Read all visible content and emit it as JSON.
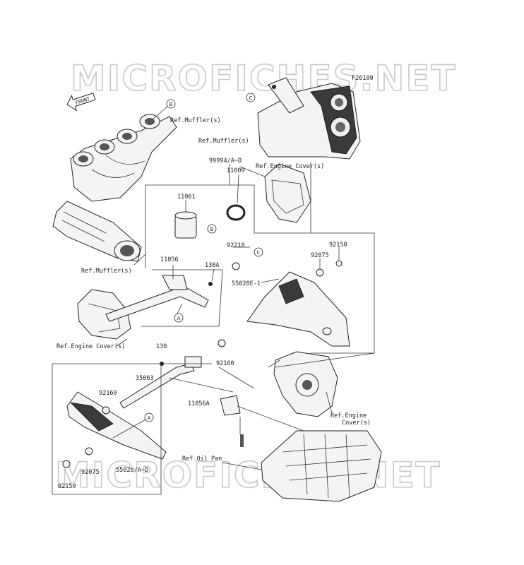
{
  "watermark": "MICROFICHES.NET",
  "figure_code": "F26100",
  "front_label": "FRONT",
  "refs": {
    "muffler_top": "Ref.Muffler(s)",
    "muffler_mid": "Ref.Muffler(s)",
    "muffler_left": "Ref.Muffler(s)",
    "engine_cover_top": "Ref.Engine Cover(s)",
    "engine_cover_left": "Ref.Engine Cover(s)",
    "engine_cover_right_1": "Ref.Engine",
    "engine_cover_right_2": "Cover(s)",
    "oil_pan": "Ref.Oil Pan"
  },
  "parts": {
    "p99994": "99994/A~D",
    "p11061": "11061",
    "p11009": "11009",
    "p92210": "92210",
    "p92075_top": "92075",
    "p92150_top": "92150",
    "p11056": "11056",
    "p130A": "130A",
    "p55028E": "55028E-1",
    "p130": "130",
    "p92160_mid": "92160",
    "p35063": "35063",
    "p92160_left": "92160",
    "p11056A": "11056A",
    "p92075_bot": "92075",
    "p55028": "55028/A~D",
    "p92150_bot": "92150"
  },
  "callouts": {
    "a": "A",
    "b": "B",
    "c": "C"
  }
}
